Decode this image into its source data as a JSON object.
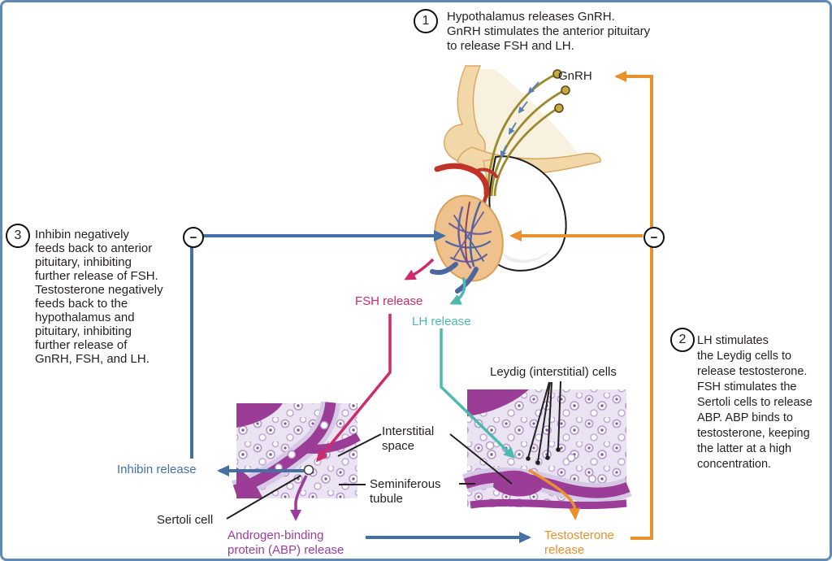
{
  "steps": [
    {
      "number": "1",
      "text": "Hypothalamus releases GnRH.\nGnRH stimulates the anterior pituitary\nto release FSH and LH."
    },
    {
      "number": "2",
      "text": "LH stimulates\nthe Leydig cells to\nrelease testosterone.\nFSH stimulates the\nSertoli cells to release\nABP. ABP binds to\ntestosterone, keeping\nthe latter at a high\nconcentration."
    },
    {
      "number": "3",
      "text": "Inhibin negatively\nfeeds back to anterior\npituitary, inhibiting\nfurther release of FSH.\nTestosterone negatively\nfeeds back to the\nhypothalamus and\npituitary, inhibiting\nfurther release of\nGnRH, FSH, and LH."
    }
  ],
  "labels": {
    "gnrh": "GnRH",
    "fsh_release": "FSH release",
    "lh_release": "LH release",
    "leydig_cells": "Leydig (interstitial) cells",
    "interstitial_space": "Interstitial\nspace",
    "seminiferous_tubule": "Seminiferous\ntubule",
    "sertoli_cell": "Sertoli cell",
    "inhibin_release": "Inhibin release",
    "abp_release": "Androgen-binding\nprotein (ABP) release",
    "testosterone_release": "Testosterone\nrelease",
    "minus": "−"
  },
  "colors": {
    "orange": "#E8912D",
    "blue": "#4470A6",
    "magenta": "#CE2A6C",
    "teal": "#4DB9AF",
    "purple": "#9C3D9B",
    "black": "#231F20",
    "border": "#6089B4",
    "tissue_bg": "#EAE3F2",
    "tissue_band": "#9B3D97"
  }
}
